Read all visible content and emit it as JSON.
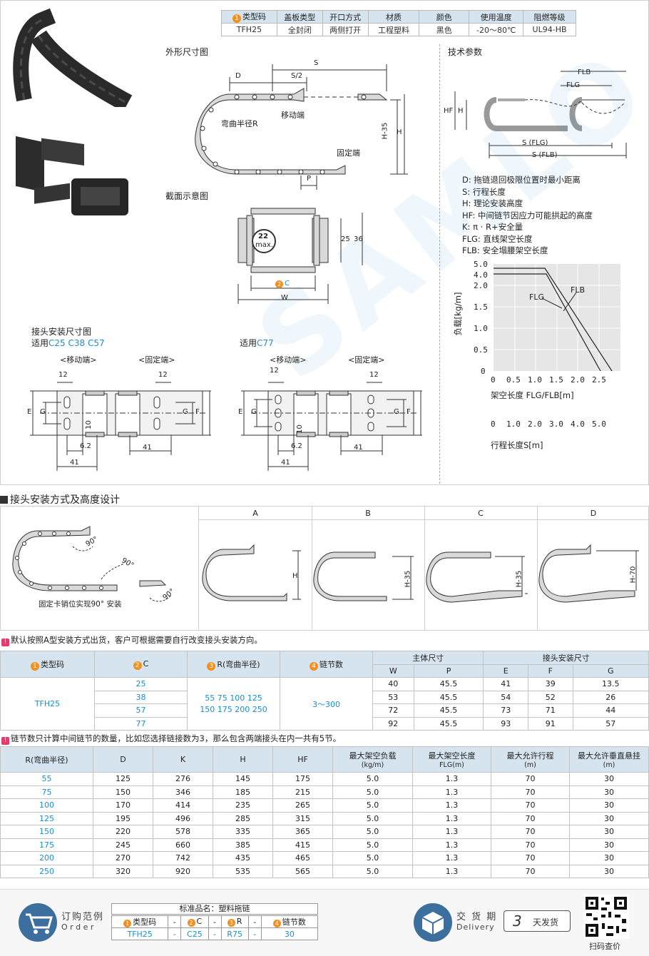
{
  "spec_table": {
    "headers": [
      "类型码",
      "盖板类型",
      "开口方式",
      "材质",
      "颜色",
      "使用温度",
      "阻燃等级"
    ],
    "values": [
      "TFH25",
      "全封闭",
      "两侧打开",
      "工程塑料",
      "黑色",
      "-20～80℃",
      "UL94-HB"
    ]
  },
  "drawings": {
    "outline_title": "外形尺寸图",
    "tech_title": "技术参数",
    "section_title": "截面示意图",
    "bend_radius": "弯曲半径R",
    "moving_end": "移动端",
    "fixed_end": "固定端",
    "dims": {
      "D": "D",
      "S2": "S/2",
      "S": "S",
      "H35": "H-35",
      "H": "H",
      "P": "P",
      "HF": "HF",
      "FLB": "FLB",
      "FLG": "FLG",
      "SFLG": "S (FLG)",
      "SFLB": "S (FLB)",
      "sec_22": "22",
      "sec_max": "max.",
      "sec_25": "25",
      "sec_36": "36",
      "sec_W": "W",
      "sec_C": "C"
    },
    "connector_title": "接头安装尺寸图",
    "apply_a_prefix": "适用",
    "apply_a": "C25   C38   C57",
    "apply_b_prefix": "适用",
    "apply_b": "C77",
    "moving_end_b": "<移动端>",
    "fixed_end_b": "<固定端>",
    "c_dims": {
      "d12": "12",
      "d10": "10",
      "d62": "6.2",
      "d41": "41",
      "E": "E",
      "G": "G",
      "F": "F"
    }
  },
  "definitions": [
    "D: 拖链退回极限位置时最小距离",
    "S: 行程长度",
    "H: 理论安装高度",
    "HF: 中间链节因应力可能拱起的高度",
    "K: π · R+安全量",
    "FLG: 直线架空长度",
    "FLB: 安全塌腰架空长度"
  ],
  "load_chart": {
    "ylabel": "负载[kg/m]",
    "xlabel": "架空长度 FLG/FLB[m]",
    "x2label": "行程长度S[m]",
    "yticks": [
      "5.0",
      "4.0",
      "2.0",
      "1.5",
      "1.0",
      "0.5",
      "0"
    ],
    "xticks": [
      "0",
      "0.5",
      "1.0",
      "1.5",
      "2.0",
      "2.5"
    ],
    "x2ticks": [
      "0",
      "1.0",
      "2.0",
      "3.0",
      "4.0",
      "5.0"
    ],
    "flg": "FLG",
    "flb": "FLB"
  },
  "install": {
    "section_title": "接头安装方式及高度设计",
    "col_labels": [
      "A",
      "B",
      "C",
      "D"
    ],
    "h_labels": [
      "H",
      "H-35",
      "H-35",
      "H-70"
    ],
    "angle": "90°",
    "caption": "固定卡销位实现90° 安装"
  },
  "note1": "默认按照A型安装方式出货，客户可根据需要自行改变接头安装方向。",
  "note2": "链节数只计算中间链节的数量，比如您选择链接数为3，那么包含两端接头在内一共有5节。",
  "config_table": {
    "h_type": "类型码",
    "h_c": "C",
    "h_r": "R(弯曲半径)",
    "h_links": "链节数",
    "h_main": "主体尺寸",
    "h_conn": "接头安装尺寸",
    "sub": [
      "W",
      "P",
      "E",
      "F",
      "G"
    ],
    "type": "TFH25",
    "c_values": [
      "25",
      "38",
      "57",
      "77"
    ],
    "r_values_1": "55   75   100   125",
    "r_values_2": "150   175   200   250",
    "links": "3～300",
    "rows": [
      [
        "40",
        "45.5",
        "41",
        "39",
        "13.5"
      ],
      [
        "53",
        "45.5",
        "54",
        "52",
        "26"
      ],
      [
        "72",
        "45.5",
        "73",
        "71",
        "44"
      ],
      [
        "92",
        "45.5",
        "93",
        "91",
        "57"
      ]
    ]
  },
  "perf_table": {
    "headers": [
      "R(弯曲半径)",
      "D",
      "K",
      "H",
      "HF",
      "最大架空负载",
      "最大架空长度",
      "最大允许行程",
      "最大允许垂直悬挂"
    ],
    "units": [
      "",
      "",
      "",
      "",
      "",
      "(kg/m)",
      "FLG(m)",
      "(m)",
      "(m)"
    ],
    "rows": [
      [
        "55",
        "125",
        "276",
        "145",
        "175",
        "5.0",
        "1.3",
        "70",
        "30"
      ],
      [
        "75",
        "150",
        "346",
        "185",
        "215",
        "5.0",
        "1.3",
        "70",
        "30"
      ],
      [
        "100",
        "170",
        "414",
        "235",
        "265",
        "5.0",
        "1.3",
        "70",
        "30"
      ],
      [
        "125",
        "195",
        "496",
        "285",
        "315",
        "5.0",
        "1.3",
        "70",
        "30"
      ],
      [
        "150",
        "220",
        "578",
        "335",
        "365",
        "5.0",
        "1.3",
        "70",
        "30"
      ],
      [
        "175",
        "245",
        "660",
        "385",
        "415",
        "5.0",
        "1.3",
        "70",
        "30"
      ],
      [
        "200",
        "270",
        "742",
        "435",
        "465",
        "5.0",
        "1.3",
        "70",
        "30"
      ],
      [
        "250",
        "320",
        "920",
        "535",
        "565",
        "5.0",
        "1.3",
        "70",
        "30"
      ]
    ]
  },
  "footer": {
    "order_cn": "订购范例",
    "order_en": "O r d e r",
    "std_name": "标准品名：塑料拖链",
    "order_headers": [
      "类型码",
      "C",
      "R",
      "链节数"
    ],
    "order_values": [
      "TFH25",
      "C25",
      "R75",
      "30"
    ],
    "delivery_cn": "交 货 期",
    "delivery_en": "Delivery",
    "days": "3",
    "days_label": "天发货",
    "qr_label": "扫码查价"
  },
  "watermark": "SAMLO",
  "colors": {
    "accent": "#1a8fd0",
    "header_bg": "#d6e4f0",
    "badge": "#f0901e",
    "warn": "#e23c6b"
  }
}
